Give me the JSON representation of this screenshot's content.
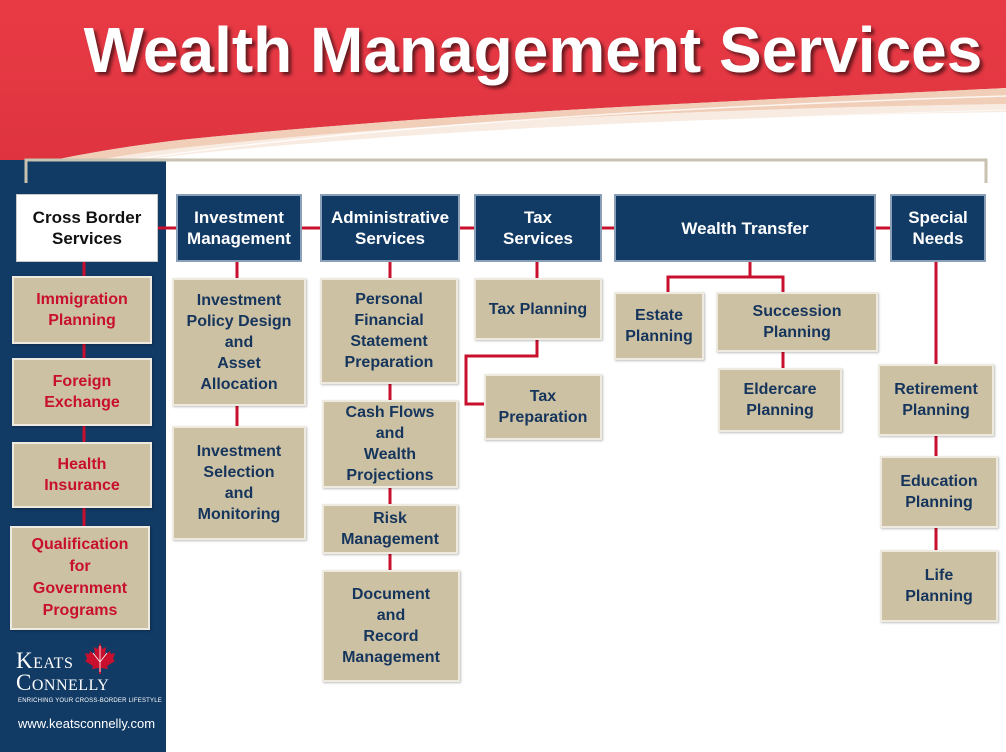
{
  "title": "Wealth Management Services",
  "colors": {
    "navy": "#113a64",
    "tan": "#cdc1a3",
    "red": "#c8102e",
    "banner_red": "#e23a45",
    "connector": "#c8102e"
  },
  "columns": [
    {
      "label": "Cross Border\nServices",
      "items": [
        "Immigration\nPlanning",
        "Foreign\nExchange",
        "Health\nInsurance",
        "Qualification\nfor\nGovernment\nPrograms"
      ]
    },
    {
      "label": "Investment\nManagement",
      "items": [
        "Investment\nPolicy Design\nand\nAsset Allocation",
        "Investment\nSelection\nand\nMonitoring"
      ]
    },
    {
      "label": "Administrative\nServices",
      "items": [
        "Personal\nFinancial\nStatement\nPreparation",
        "Cash Flows\nand\nWealth Projections",
        "Risk Management",
        "Document\nand\nRecord\nManagement"
      ]
    },
    {
      "label": "Tax\nServices",
      "items": [
        "Tax Planning",
        "Tax Preparation"
      ]
    },
    {
      "label": "Wealth Transfer",
      "items": [
        "Estate\nPlanning",
        "Succession Planning",
        "Eldercare\nPlanning"
      ]
    },
    {
      "label": "Special\nNeeds",
      "items": [
        "Retirement\nPlanning",
        "Education\nPlanning",
        "Life\nPlanning"
      ]
    }
  ],
  "logo": {
    "name_line1": "Keats",
    "name_line2": "Connelly",
    "tagline": "ENRICHING YOUR CROSS-BORDER LIFESTYLE",
    "icon": "maple-leaf-icon"
  },
  "website": "www.keatsconnelly.com"
}
